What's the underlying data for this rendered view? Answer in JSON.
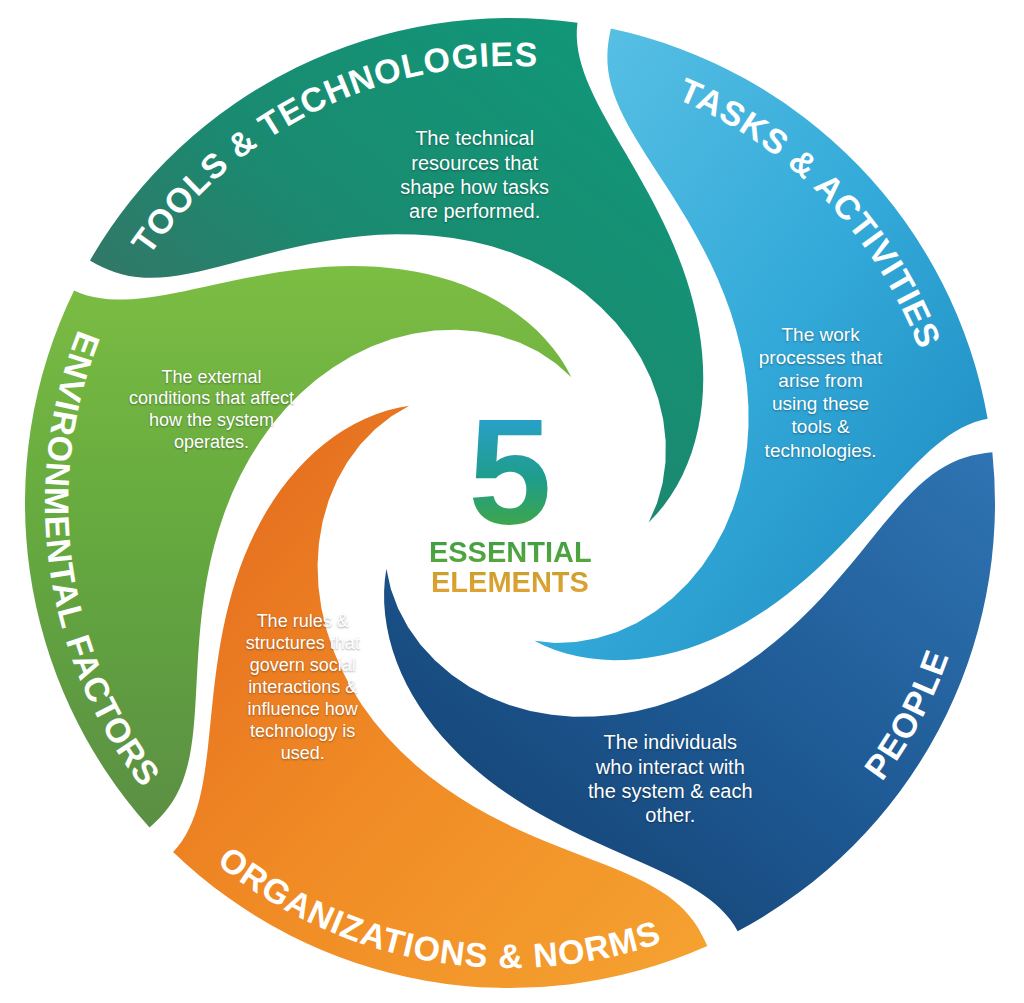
{
  "diagram": {
    "nodes": [
      {
        "text": [
          "TOOLS & TECHNOLOGIES",
          "The technical resources that shape how tasks are performed."
        ]
      },
      {
        "text": [
          "TASKS & ACTIVITIES",
          "The work processes that arise from using these tools & technologies."
        ]
      },
      {
        "text": [
          "PEOPLE",
          "The individuals who interact with the system & each other."
        ]
      },
      {
        "text": [
          "ORGANIZATIONS & NORMS",
          "The rules & structures that govern social interactions & influence how technology is used."
        ]
      },
      {
        "text": [
          "ENVIRONMENTAL FACTORS",
          "The external conditions that affect how the system operates."
        ]
      }
    ],
    "labels": [
      "5",
      "ESSENTIAL ELEMENTS"
    ]
  }
}
